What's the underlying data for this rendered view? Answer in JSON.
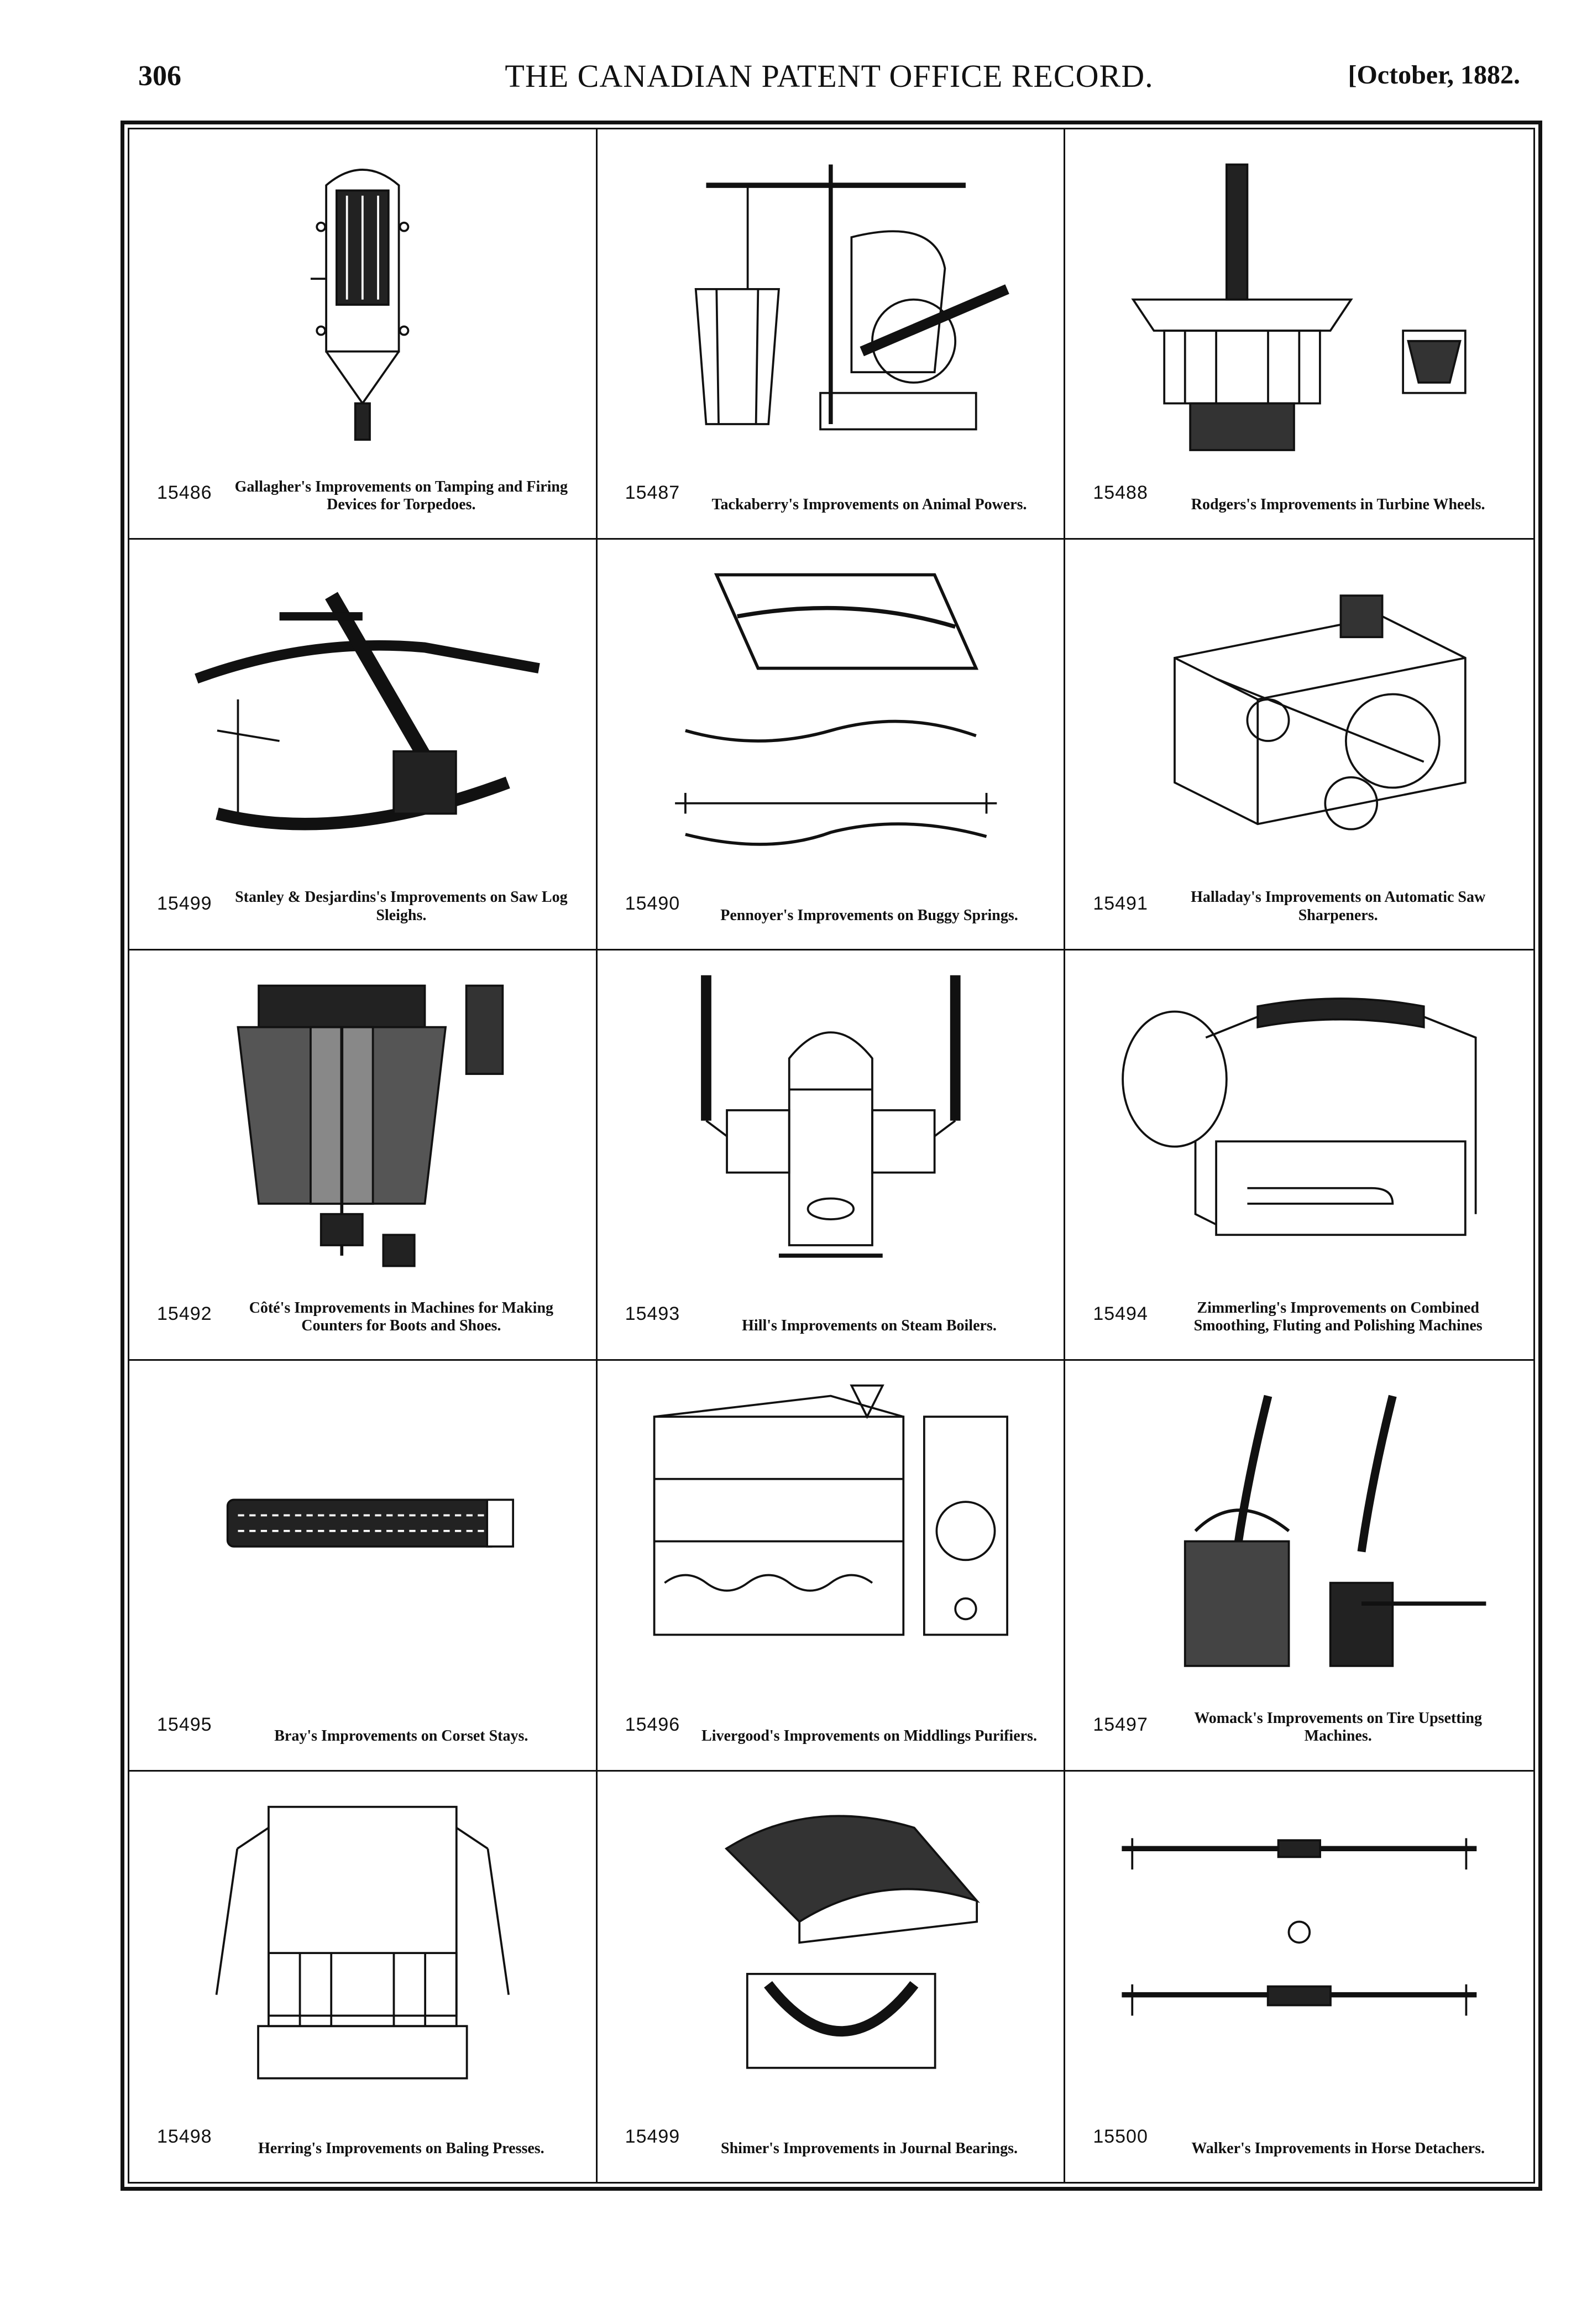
{
  "header": {
    "page_number": "306",
    "title": "THE CANADIAN PATENT OFFICE RECORD.",
    "date": "[October, 1882."
  },
  "patents": [
    {
      "number": "15486",
      "caption": "Gallagher's Improvements on Tamping and Firing Devices for Torpedoes."
    },
    {
      "number": "15487",
      "caption": "Tackaberry's Improvements on Animal Powers."
    },
    {
      "number": "15488",
      "caption": "Rodgers's Improvements in Turbine Wheels."
    },
    {
      "number": "15499",
      "caption": "Stanley & Desjardins's Improvements on Saw Log Sleighs."
    },
    {
      "number": "15490",
      "caption": "Pennoyer's Improvements on Buggy Springs."
    },
    {
      "number": "15491",
      "caption": "Halladay's Improvements on Automatic Saw Sharpeners."
    },
    {
      "number": "15492",
      "caption": "Côté's Improvements in Machines for Making Counters for Boots and Shoes."
    },
    {
      "number": "15493",
      "caption": "Hill's Improvements on Steam Boilers."
    },
    {
      "number": "15494",
      "caption": "Zimmerling's Improvements on Combined Smoothing, Fluting and Polishing Machines"
    },
    {
      "number": "15495",
      "caption": "Bray's Improvements on Corset Stays."
    },
    {
      "number": "15496",
      "caption": "Livergood's Improvements on Middlings Purifiers."
    },
    {
      "number": "15497",
      "caption": "Womack's Improvements on Tire Upsetting Machines."
    },
    {
      "number": "15498",
      "caption": "Herring's Improvements on Baling Presses."
    },
    {
      "number": "15499",
      "caption": "Shimer's Improvements in Journal Bearings."
    },
    {
      "number": "15500",
      "caption": "Walker's Improvements in Horse Detachers."
    }
  ]
}
